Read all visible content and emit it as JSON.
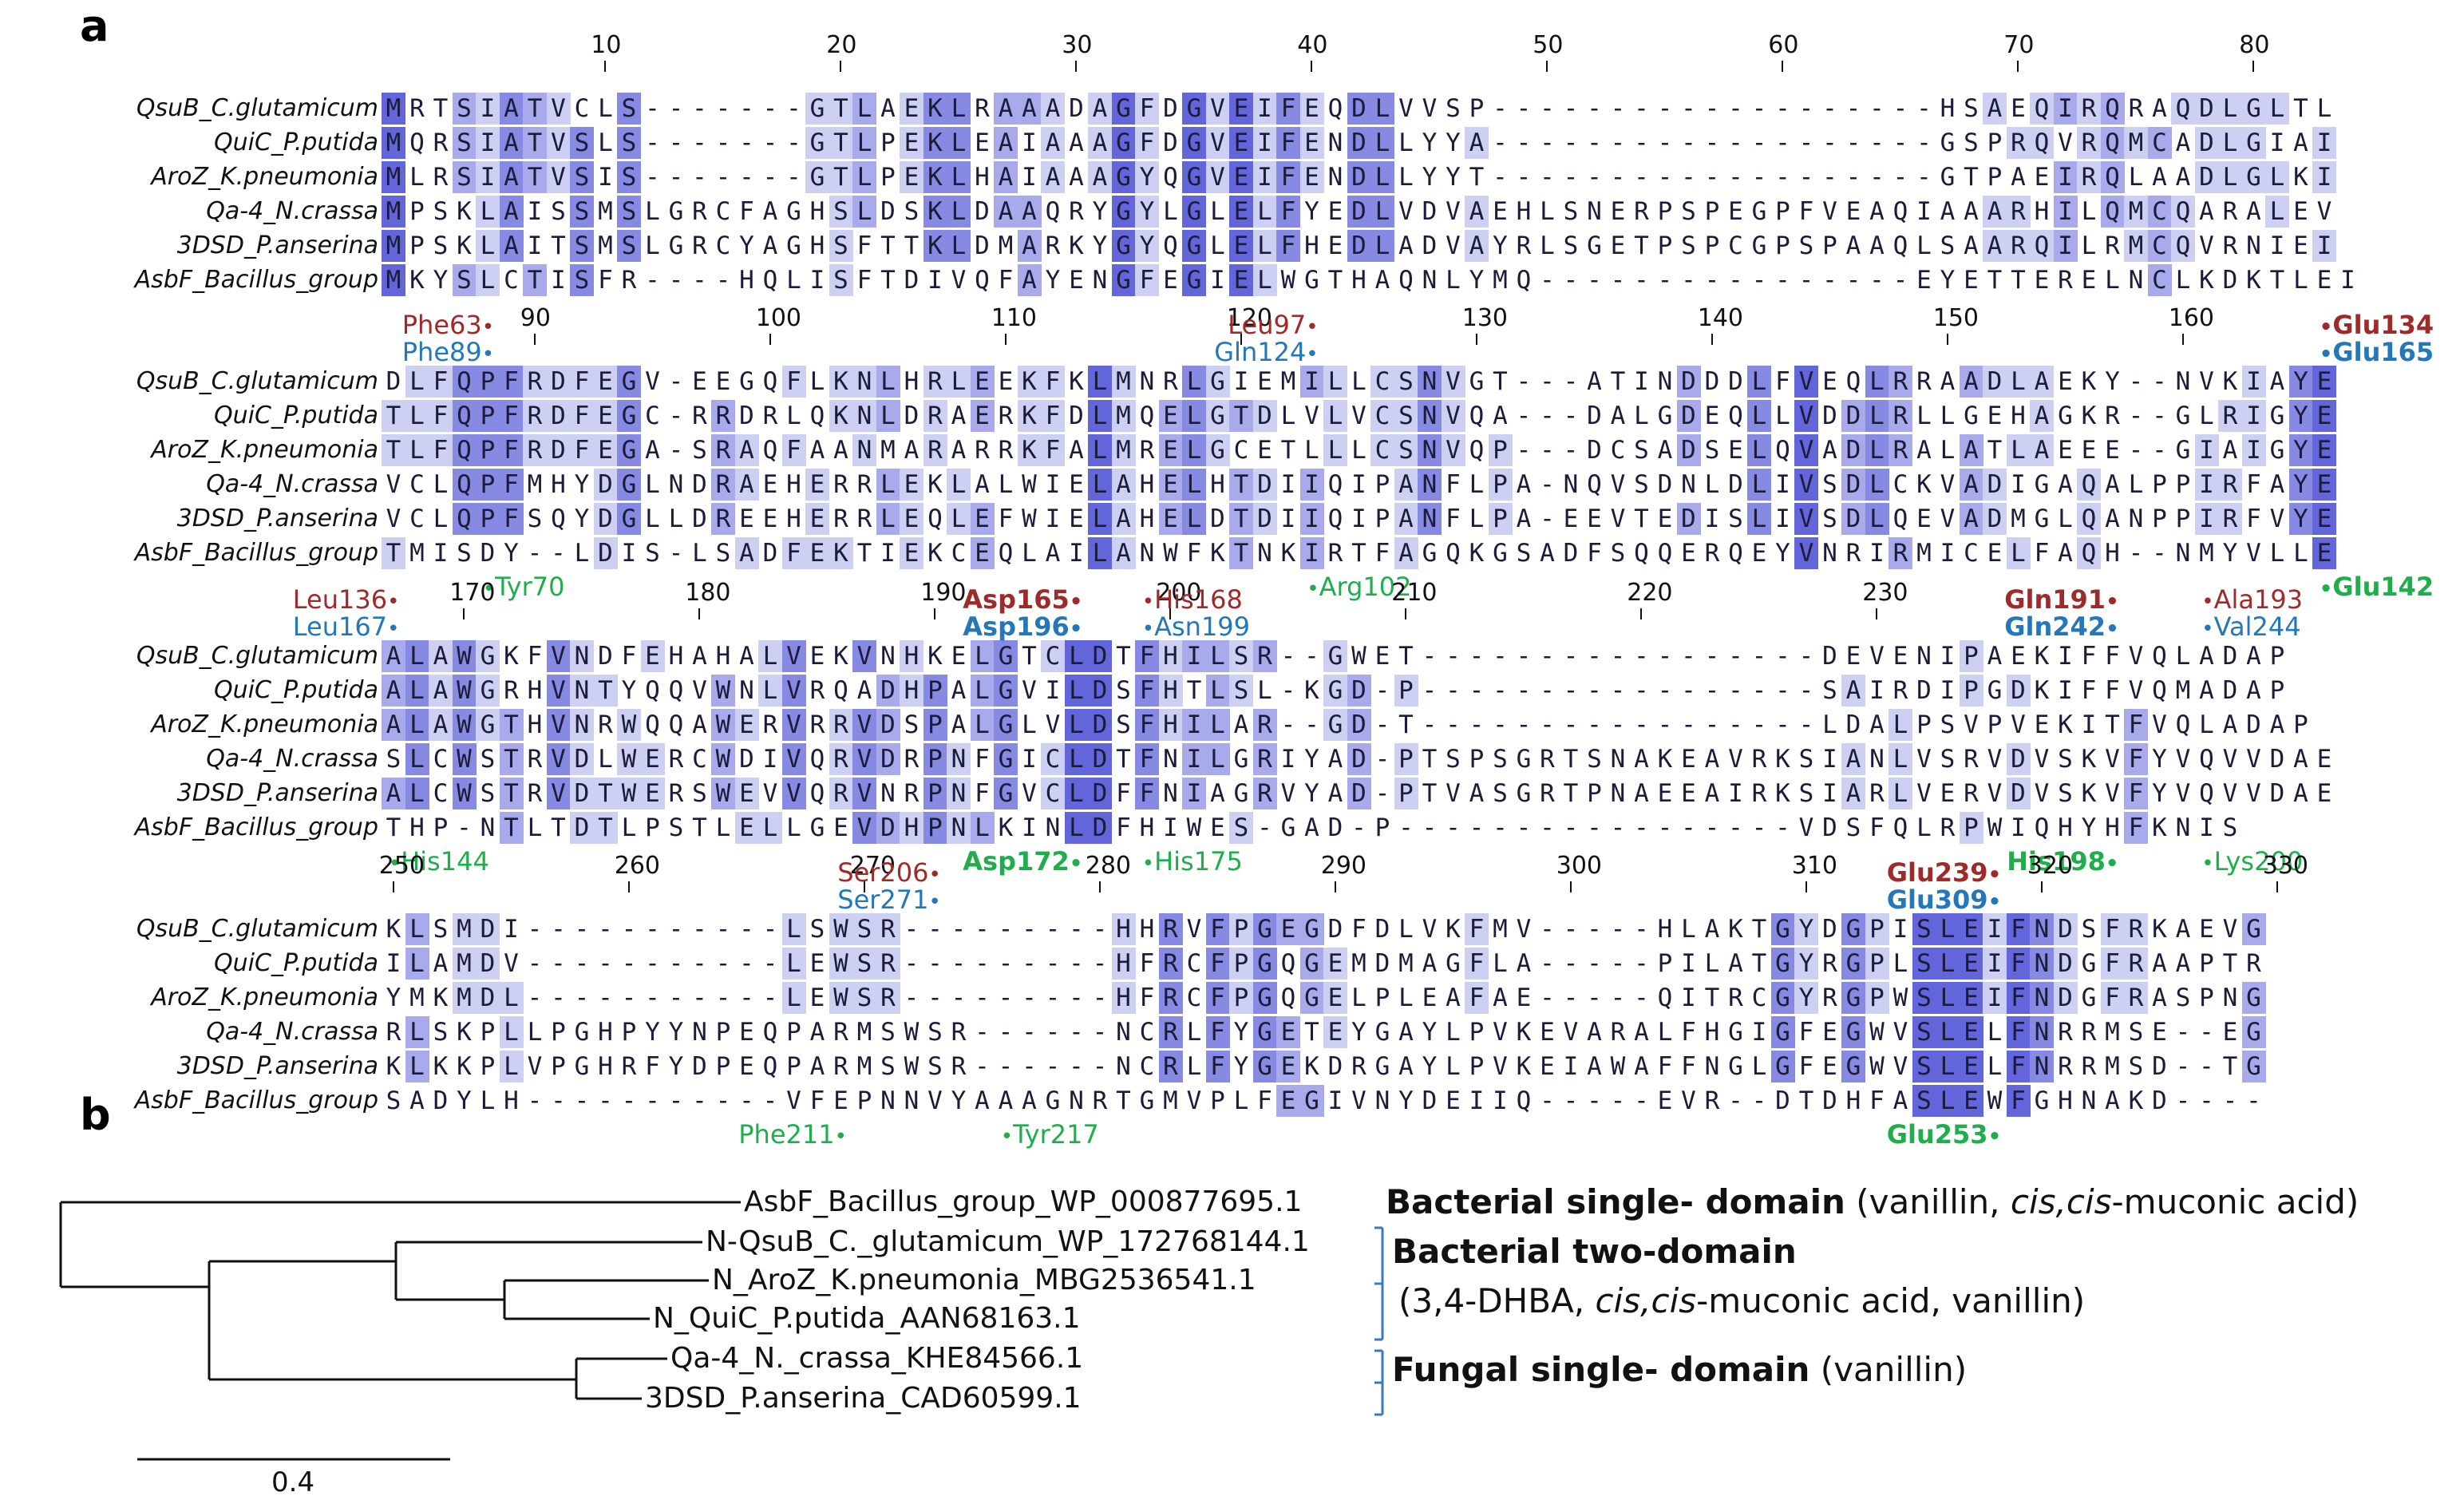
{
  "panel_a_label": "a",
  "panel_b_label": "b",
  "sequences": [
    "QsuB_C.glutamicum",
    "QuiC_P.putida",
    "AroZ_K.pneumonia",
    "Qa-4_N.crassa",
    "3DSD_P.anserina",
    "AsbF_Bacillus_group"
  ],
  "blocks": [
    {
      "ruler": [
        {
          "label": "10",
          "col": 10
        },
        {
          "label": "20",
          "col": 20
        },
        {
          "label": "30",
          "col": 30
        },
        {
          "label": "40",
          "col": 40
        },
        {
          "label": "50",
          "col": 50
        },
        {
          "label": "60",
          "col": 60
        },
        {
          "label": "70",
          "col": 70
        },
        {
          "label": "80",
          "col": 80
        }
      ],
      "rows": [
        "MRTSIATVCLS-------GTLAEKLRAAADAGFDGVEIFEQDLVVSP-------------------HSAEQIRQRAQDLGLTL",
        "MQRSIATVSLS-------GTLPEKLEAIAAAGFDGVEIFENDLLYYA-------------------GSPRQVRQMCADLGIAI",
        "MLRSIATVSIS-------GTLPEKLHAIAAAGYQGVEIFENDLLYYT-------------------GTPAEIRQLAADLGLKI",
        "MPSKLAISSMSLGRCFAGHSLDSKLDAAQRYGYLGLELFYEDLVDVAEHLSNERPSPEGPFVEAQIAAARHILQMCQARALEV",
        "MPSKLAITSMSLGRCYAGHSFTTKLDMARKYGYQGLELFHEDLADVAYRLSGETPSPCGPSPAAQLSAARQILRMCQVRNIEI",
        "MKYSLCTISFR----HQLISFTDIVQFAYENGFEGIELWGTHAQNLYMQ----------------EYETTERELNCLKDKTLEI"
      ],
      "annotations": []
    },
    {
      "ruler": [
        {
          "label": "90",
          "col": 7
        },
        {
          "label": "100",
          "col": 17
        },
        {
          "label": "110",
          "col": 27
        },
        {
          "label": "120",
          "col": 37
        },
        {
          "label": "130",
          "col": 47
        },
        {
          "label": "140",
          "col": 57
        },
        {
          "label": "150",
          "col": 67
        },
        {
          "label": "160",
          "col": 77
        }
      ],
      "rows": [
        "DLFQPFRDFEGV-EEGQFLKNLHRLEEKFKLMNRLGIEMILLCSNVGT---ATINDDDLFVEQLRRAADLAEKY--NVKIAYE",
        "TLFQPFRDFEGC-RRDRLQKNLDRAERKFDLMQELGTDLVLVCSNVQA---DALGDEQLLVDDLRLLGEHAGKR--GLRIGYE",
        "TLFQPFRDFEGA-SRAQFAANMARARRKFALMRELGCETLLLCSNVQP---DCSADSELQVADLRALATLAEEE--GIAIGYE",
        "VCLQPFMHYDGLNDRAEHERRLEKLALWIELAHELHTDIIQIPANFLPA-NQVSDNLDLIVSDLCKVADIGAQALPPIRFAYE",
        "VCLQPFSQYDGLLDREEHERRLEQLEFWIELAHELDTDIIQIPANFLPA-EEVTEDISLIVSDLQEVADMGLQANPPIRFVYE",
        "TMISDY--LDIS-LSADFEKTIEKCEQLAILANWFKTNKIRTFAGQKGSADFSQQERQEYVNRIRMICELFAQH--NMYVLLE"
      ],
      "annotations": [
        {
          "text": "Phe63",
          "color": "red",
          "bold": false,
          "pos": "above",
          "level": 0,
          "col": 5,
          "dot": "after"
        },
        {
          "text": "Phe89",
          "color": "blue",
          "bold": false,
          "pos": "above",
          "level": 1,
          "col": 5,
          "dot": "after"
        },
        {
          "text": "Leu97",
          "color": "red",
          "bold": false,
          "pos": "above",
          "level": 0,
          "col": 40,
          "dot": "after"
        },
        {
          "text": "Gln124",
          "color": "blue",
          "bold": false,
          "pos": "above",
          "level": 1,
          "col": 40,
          "dot": "after"
        },
        {
          "text": "Glu134",
          "color": "red",
          "bold": true,
          "pos": "above",
          "level": 0,
          "col": 83,
          "dot": "before"
        },
        {
          "text": "Glu165",
          "color": "blue",
          "bold": true,
          "pos": "above",
          "level": 1,
          "col": 83,
          "dot": "before"
        },
        {
          "text": "Tyr70",
          "color": "green",
          "bold": false,
          "pos": "below",
          "level": 0,
          "col": 5,
          "dot": "before"
        },
        {
          "text": "Arg102",
          "color": "green",
          "bold": false,
          "pos": "below",
          "level": 0,
          "col": 40,
          "dot": "before"
        },
        {
          "text": "Glu142",
          "color": "green",
          "bold": true,
          "pos": "below",
          "level": 0,
          "col": 83,
          "dot": "before"
        }
      ]
    },
    {
      "ruler": [
        {
          "label": "170",
          "col": 4
        },
        {
          "label": "180",
          "col": 14
        },
        {
          "label": "190",
          "col": 24
        },
        {
          "label": "200",
          "col": 34
        },
        {
          "label": "210",
          "col": 44
        },
        {
          "label": "220",
          "col": 54
        },
        {
          "label": "230",
          "col": 64
        }
      ],
      "rows": [
        "ALAWGKFVNDFEHAHALVEKVNHKELGTCLDTFHILSR--GWET-----------------DEVENIPAEKIFFVQLADAP",
        "ALAWGRHVNTYQQVWNLVRQADHPALGVILDSFHTLSL-KGD-P-----------------SAIRDIPGDKIFFVQMADAP",
        "ALAWGTHVNRWQQAWERVRRVDSPALGLVLDSFHILAR--GD-T-----------------LDALPSVPVEKITFVQLADAP",
        "SLCWSTRVDLWERCWDIVQRVDRPNFGICLDTFNILGRIYAD-PTSPSGRTSNAKEAVRKSIANLVSRVDVSKVFYVQVVDAE",
        "ALCWSTRVDTWERSWEVVQRVNRPNFGVCLDFFNIAGRVYAD-PTVASGRTPNAEEAIRKSIARLVERVDVSKVFYVQVVDAE",
        "THP-NTLTDTLPSTLELLGEVDHPNLKINLDFHIWES-GAD-P-----------------VDSFQLRPWIQHYHFKNIS"
      ],
      "annotations": [
        {
          "text": "Leu136",
          "color": "red",
          "bold": false,
          "pos": "above",
          "level": 0,
          "col": 1,
          "dot": "after"
        },
        {
          "text": "Leu167",
          "color": "blue",
          "bold": false,
          "pos": "above",
          "level": 1,
          "col": 1,
          "dot": "after"
        },
        {
          "text": "Asp165",
          "color": "red",
          "bold": true,
          "pos": "above",
          "level": 0,
          "col": 30,
          "dot": "after"
        },
        {
          "text": "Asp196",
          "color": "blue",
          "bold": true,
          "pos": "above",
          "level": 1,
          "col": 30,
          "dot": "after"
        },
        {
          "text": "His168",
          "color": "red",
          "bold": false,
          "pos": "above",
          "level": 0,
          "col": 33,
          "dot": "before"
        },
        {
          "text": "Asn199",
          "color": "blue",
          "bold": false,
          "pos": "above",
          "level": 1,
          "col": 33,
          "dot": "before"
        },
        {
          "text": "Gln191",
          "color": "red",
          "bold": true,
          "pos": "above",
          "level": 0,
          "col": 74,
          "dot": "after"
        },
        {
          "text": "Gln242",
          "color": "blue",
          "bold": true,
          "pos": "above",
          "level": 1,
          "col": 74,
          "dot": "after"
        },
        {
          "text": "Ala193",
          "color": "red",
          "bold": false,
          "pos": "above",
          "level": 0,
          "col": 78,
          "dot": "before"
        },
        {
          "text": "Val244",
          "color": "blue",
          "bold": false,
          "pos": "above",
          "level": 1,
          "col": 78,
          "dot": "before"
        },
        {
          "text": "His144",
          "color": "green",
          "bold": false,
          "pos": "below",
          "level": 0,
          "col": 1,
          "dot": "before"
        },
        {
          "text": "Asp172",
          "color": "green",
          "bold": true,
          "pos": "below",
          "level": 0,
          "col": 30,
          "dot": "after"
        },
        {
          "text": "His175",
          "color": "green",
          "bold": false,
          "pos": "below",
          "level": 0,
          "col": 33,
          "dot": "before"
        },
        {
          "text": "His198",
          "color": "green",
          "bold": true,
          "pos": "below",
          "level": 0,
          "col": 74,
          "dot": "after"
        },
        {
          "text": "Lys200",
          "color": "green",
          "bold": false,
          "pos": "below",
          "level": 0,
          "col": 78,
          "dot": "before"
        }
      ]
    },
    {
      "ruler": [
        {
          "label": "250",
          "col": 1
        },
        {
          "label": "260",
          "col": 11
        },
        {
          "label": "270",
          "col": 21
        },
        {
          "label": "280",
          "col": 31
        },
        {
          "label": "290",
          "col": 41
        },
        {
          "label": "300",
          "col": 51
        },
        {
          "label": "310",
          "col": 61
        },
        {
          "label": "320",
          "col": 71
        },
        {
          "label": "330",
          "col": 81
        }
      ],
      "rows": [
        "KLSMDI-----------LSWSR---------HHRVFPGEGDFDLVKFMV-----HLAKTGYDGPISLEIFNDSFRKAEVG",
        "ILAMDV-----------LEWSR---------HFRCFPGQGEMDMAGFLA-----PILATGYRGPLSLEIFNDGFRAAPTR",
        "YMKMDL-----------LEWSR---------HFRCFPGQGELPLEAFAE-----QITRCGYRGPWSLEIFNDGFRASPNG",
        "RLSKPLLPGHPYYNPEQPARMSWSR------NCRLFYGETEYGAYLPVKEVARALFHGIGFEGWVSLELFNRRMSE--EG",
        "KLKKPLVPGHRFYDPEQPARMSWSR------NCRLFYGEKDRGAYLPVKEIAWAFFNGLGFEGWVSLELFNRRMSD--TG",
        "SADYLH-----------VFEPNNVYAAAGNRTGMVPLFEGIVNYDEIIQ-----EVR--DTDHFASLEWFGHNAKD----"
      ],
      "annotations": [
        {
          "text": "Ser206",
          "color": "red",
          "bold": false,
          "pos": "above",
          "level": 0,
          "col": 24,
          "dot": "after"
        },
        {
          "text": "Ser271",
          "color": "blue",
          "bold": false,
          "pos": "above",
          "level": 1,
          "col": 24,
          "dot": "after"
        },
        {
          "text": "Glu239",
          "color": "red",
          "bold": true,
          "pos": "above",
          "level": 0,
          "col": 69,
          "dot": "after"
        },
        {
          "text": "Glu309",
          "color": "blue",
          "bold": true,
          "pos": "above",
          "level": 1,
          "col": 69,
          "dot": "after"
        },
        {
          "text": "Phe211",
          "color": "green",
          "bold": false,
          "pos": "below",
          "level": 0,
          "col": 20,
          "dot": "after"
        },
        {
          "text": "Tyr217",
          "color": "green",
          "bold": false,
          "pos": "below",
          "level": 0,
          "col": 27,
          "dot": "before"
        },
        {
          "text": "Glu253",
          "color": "green",
          "bold": true,
          "pos": "below",
          "level": 0,
          "col": 69,
          "dot": "after"
        }
      ]
    }
  ],
  "tree": {
    "leaves": [
      "AsbF_Bacillus_group_WP_000877695.1",
      "N-QsuB_C._glutamicum_WP_172768144.1",
      "N_AroZ_K.pneumonia_MBG2536541.1",
      "N_QuiC_P.putida_AAN68163.1",
      "Qa-4_N._crassa_KHE84566.1",
      "3DSD_P.anserina_CAD60599.1"
    ],
    "groups": [
      {
        "bold": "Bacterial single- domain",
        "rest_pre": " (vanillin, ",
        "italic": "cis,cis",
        "rest_post": "-muconic acid)"
      },
      {
        "bold": "Bacterial two-domain",
        "rest_pre": "",
        "italic": "",
        "rest_post": ""
      },
      {
        "bold": "",
        "rest_pre": "(3,4-DHBA, ",
        "italic": "cis,cis",
        "rest_post": "-muconic acid, vanillin)"
      },
      {
        "bold": "Fungal single- domain",
        "rest_pre": " (vanillin)",
        "italic": "",
        "rest_post": ""
      }
    ],
    "scale_label": "0.4",
    "bracket_color": "#3a78c2"
  }
}
